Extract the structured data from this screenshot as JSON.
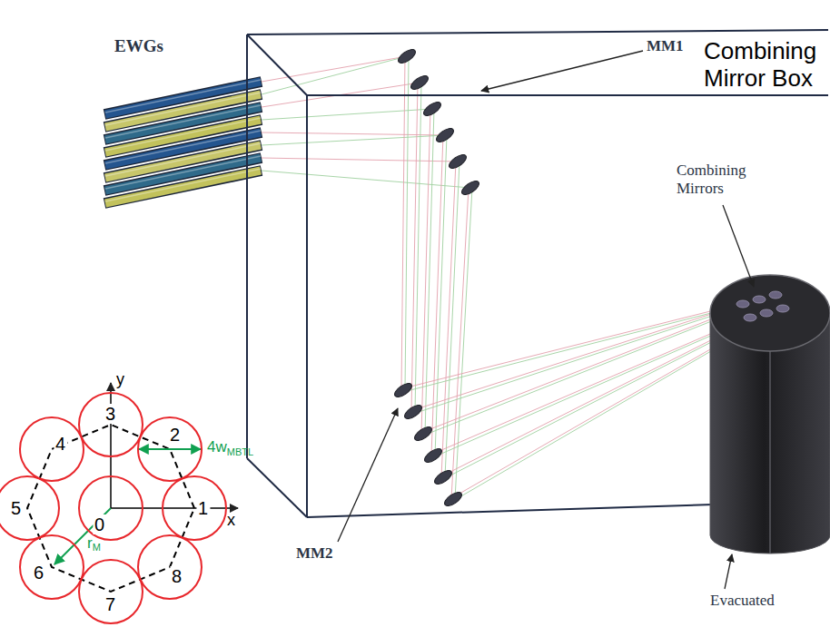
{
  "diagram": {
    "nodes": [
      {
        "text": [
          "0"
        ]
      },
      {
        "text": [
          "1"
        ]
      },
      {
        "text": [
          "2"
        ]
      },
      {
        "text": [
          "3"
        ]
      },
      {
        "text": [
          "4"
        ]
      },
      {
        "text": [
          "5"
        ]
      },
      {
        "text": [
          "6"
        ]
      },
      {
        "text": [
          "7"
        ]
      },
      {
        "text": [
          "8"
        ]
      }
    ],
    "labels": [
      "EWGs",
      "MM1",
      "Combining Mirror Box",
      "Combining Mirrors",
      "MM2",
      "Evacuated",
      "y",
      "x",
      "4w",
      "MBTL",
      "r",
      "M"
    ]
  }
}
